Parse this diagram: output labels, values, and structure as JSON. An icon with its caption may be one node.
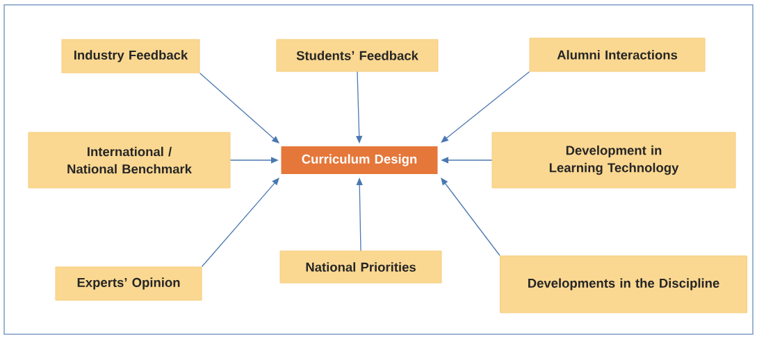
{
  "diagram": {
    "nodes": [
      {
        "text": [
          "Industry Feedback"
        ]
      },
      {
        "text": [
          "Students’ Feedback"
        ]
      },
      {
        "text": [
          "Alumni Interactions"
        ]
      },
      {
        "text": [
          "International / National Benchmark"
        ]
      },
      {
        "text": [
          "Curriculum Design"
        ]
      },
      {
        "text": [
          "Development in Learning Technology"
        ]
      },
      {
        "text": [
          "Experts’ Opinion"
        ]
      },
      {
        "text": [
          "National Priorities"
        ]
      },
      {
        "text": [
          "Developments in the Discipline"
        ]
      }
    ],
    "edges": [
      {
        "from": 0,
        "to": 4,
        "arrow": "to"
      },
      {
        "from": 1,
        "to": 4,
        "arrow": "to"
      },
      {
        "from": 2,
        "to": 4,
        "arrow": "to"
      },
      {
        "from": 3,
        "to": 4,
        "arrow": "to"
      },
      {
        "from": 5,
        "to": 4,
        "arrow": "to"
      },
      {
        "from": 6,
        "to": 4,
        "arrow": "to"
      },
      {
        "from": 7,
        "to": 4,
        "arrow": "to"
      },
      {
        "from": 8,
        "to": 4,
        "arrow": "to"
      }
    ]
  }
}
